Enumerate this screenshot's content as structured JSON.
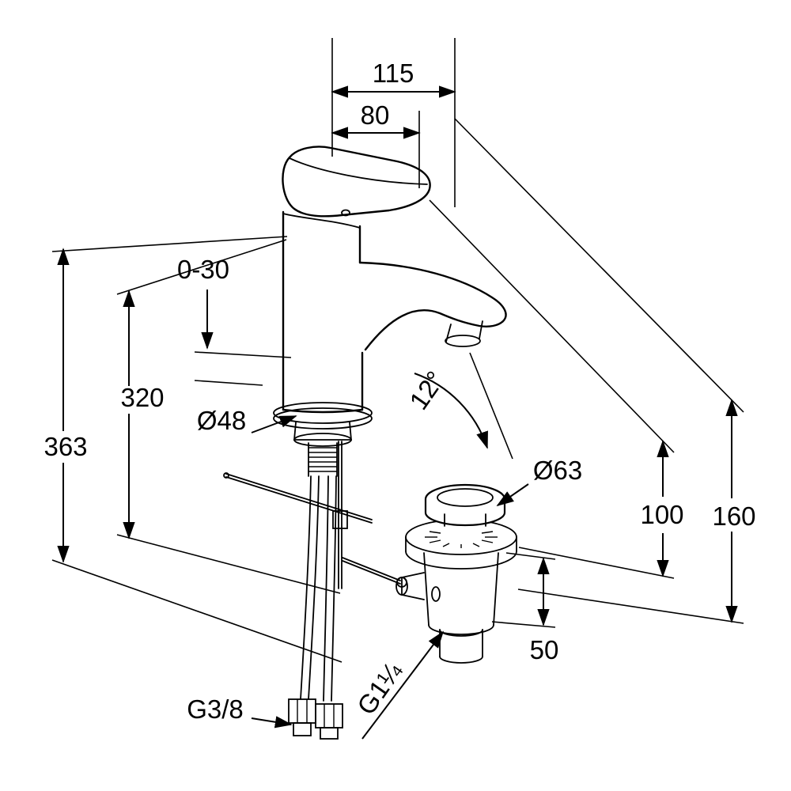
{
  "canvas": {
    "background": "#ffffff",
    "ink": "#000000"
  },
  "drawing": {
    "labels": {
      "d115": "115",
      "d80": "80",
      "d030": "0-30",
      "d320": "320",
      "d363": "363",
      "d48": "Ø48",
      "d12": "12°",
      "d63": "Ø63",
      "d100": "100",
      "d160": "160",
      "d50": "50",
      "g38": "G3/8",
      "g114": "G1¼"
    }
  }
}
